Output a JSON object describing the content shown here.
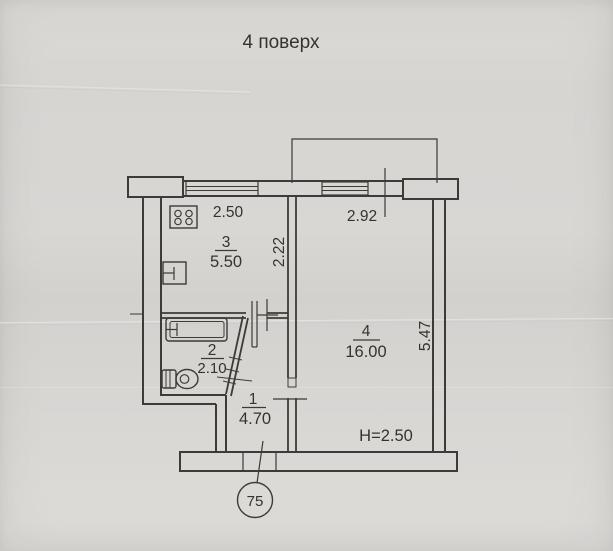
{
  "title": "4 поверх",
  "plan": {
    "rooms": [
      {
        "key": "hallway",
        "number": "1",
        "area": "4.70"
      },
      {
        "key": "bathroom",
        "number": "2",
        "area": "2.10"
      },
      {
        "key": "kitchen",
        "number": "3",
        "area": "5.50"
      },
      {
        "key": "living-room",
        "number": "4",
        "area": "16.00"
      }
    ],
    "dimensions": {
      "kitchen_width": "2.50",
      "kitchen_depth": "2.22",
      "living_room_width": "2.92",
      "living_room_depth": "5.47"
    },
    "ceiling_height": "H=2.50",
    "apartment_number": "75",
    "ink_color": "#3c3b38",
    "paper_color": "#d7d5d2"
  }
}
